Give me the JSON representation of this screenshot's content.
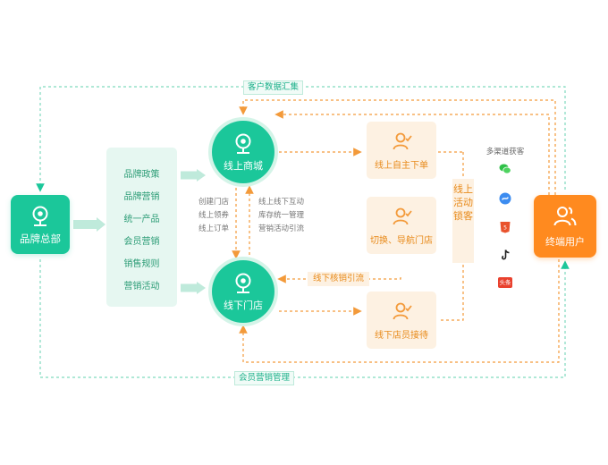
{
  "top_label": "客户数据汇集",
  "bottom_label": "会员营销管理",
  "brand": {
    "label": "品牌总部"
  },
  "policy_items": [
    "品牌政策",
    "品牌营销",
    "统一产品",
    "会员营销",
    "销售规则",
    "营销活动"
  ],
  "online_store": {
    "label": "线上商城"
  },
  "offline_store": {
    "label": "线下门店"
  },
  "left_notes": [
    "创建门店",
    "线上领券",
    "线上订单"
  ],
  "right_notes": [
    "线上线下互动",
    "库存统一管理",
    "营销活动引流"
  ],
  "offline_to_online_label": "线下核销引流",
  "online_actions": [
    {
      "label": "线上自主下单"
    },
    {
      "label": "切换、导航门店"
    },
    {
      "label": "线下店员接待"
    }
  ],
  "vertical_label": "线上活动锁客",
  "channels_title": "多渠道获客",
  "channel_icons": [
    "wechat-icon",
    "mini-program-icon",
    "html5-icon",
    "tiktok-icon",
    "toutiao-icon"
  ],
  "toutiao_label": "头条",
  "end_user": {
    "label": "终端用户"
  },
  "colors": {
    "green": "#1bc79a",
    "orange": "#ff8a1f",
    "light_green": "#e6f7f1",
    "light_orange": "#fdf1e2"
  }
}
